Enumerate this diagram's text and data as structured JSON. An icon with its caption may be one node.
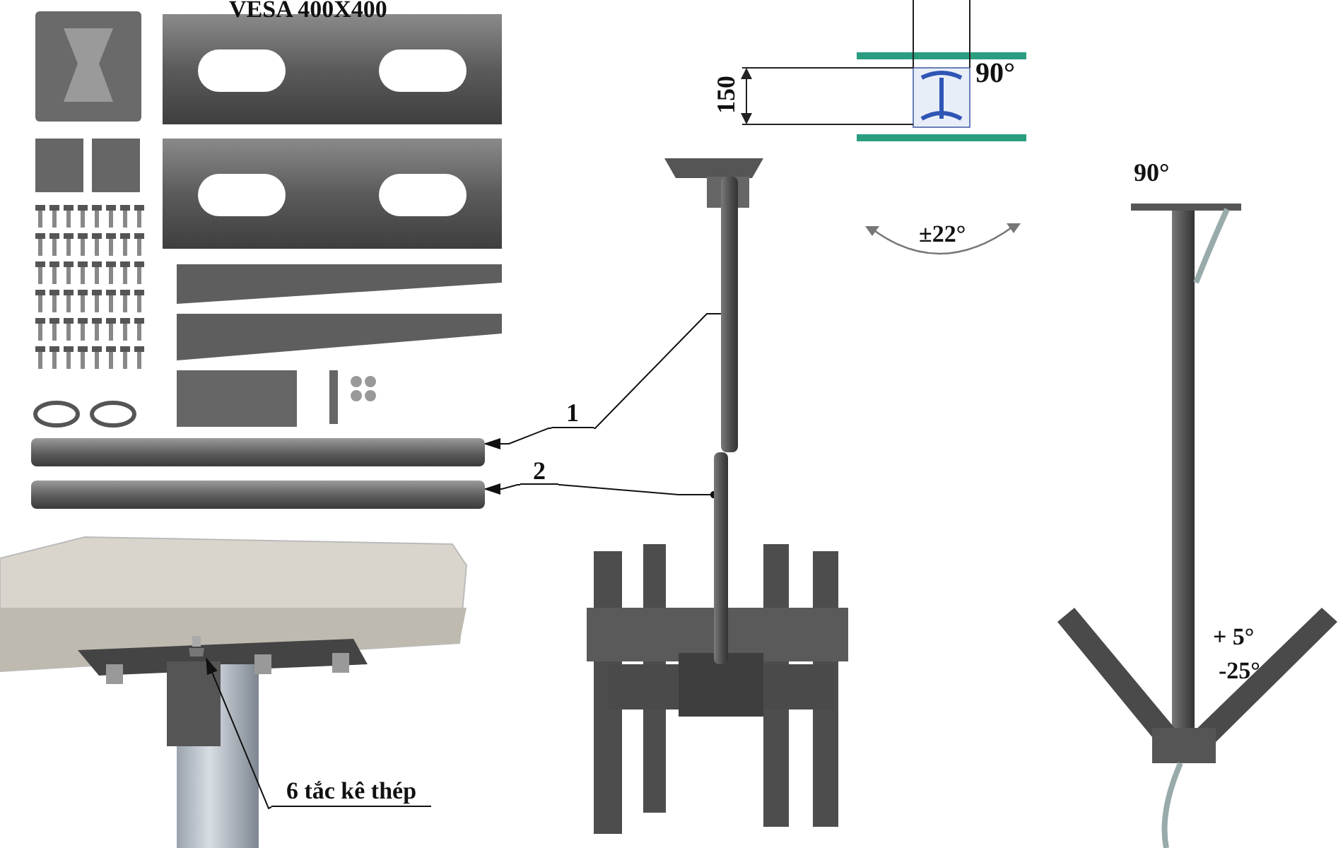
{
  "diagram": {
    "nodes": [
      {
        "text": [
          "1"
        ]
      },
      {
        "text": [],
        "shape": "bar"
      },
      {
        "text": [],
        "shape": "bar"
      },
      {
        "text": [
          "2"
        ]
      },
      {
        "text": [],
        "shape": "bar"
      },
      {
        "text": [],
        "shape": "bar"
      },
      {
        "text": [
          "6 tắc kê thép"
        ]
      },
      {
        "text": [],
        "shape": "picture"
      }
    ],
    "edges": [
      {
        "from": 0,
        "to": 2,
        "arrow": "to"
      },
      {
        "from": 0,
        "to": 1,
        "arrow": "none"
      },
      {
        "from": 3,
        "to": 4,
        "arrow": "to"
      },
      {
        "from": 3,
        "to": 5,
        "arrow": "other"
      },
      {
        "from": 6,
        "to": 7,
        "arrow": "to"
      }
    ],
    "labels": [
      "VESA 400X400",
      "90°",
      "150",
      "±22°",
      "90°",
      "+ 5°",
      "-25°"
    ]
  }
}
